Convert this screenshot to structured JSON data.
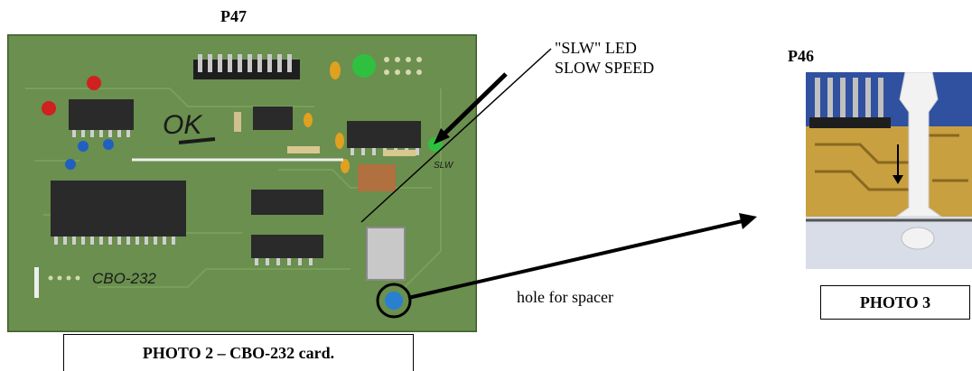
{
  "photo2": {
    "ref_label": "P47",
    "caption": "PHOTO 2 – CBO-232 card.",
    "board_marks": {
      "ok_mark": "OK",
      "board_name": "CBO-232",
      "led_silk": "SLW"
    }
  },
  "callouts": {
    "slw_led_line1": "\"SLW\"  LED",
    "slw_led_line2": "SLOW SPEED",
    "hole_for_spacer": "hole for spacer"
  },
  "photo3": {
    "ref_label": "P46",
    "caption": "PHOTO 3"
  },
  "colors": {
    "pcb": "#6a8f4e",
    "pcb_dark": "#4f7338",
    "ic_body": "#2a2a2a",
    "led_red": "#d02020",
    "led_green": "#30c040",
    "led_blue": "#2060c0",
    "trace_gold": "#d8b040"
  }
}
